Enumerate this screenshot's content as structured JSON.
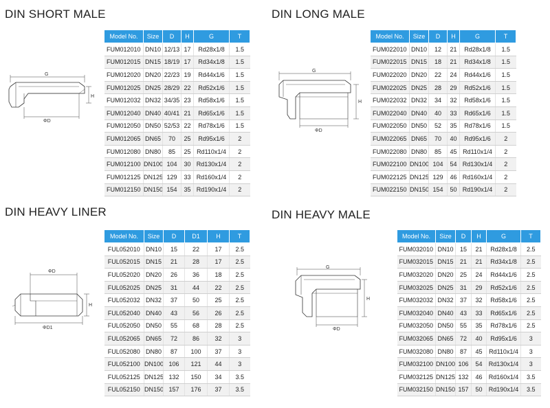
{
  "sections": [
    {
      "title": "DIN SHORT MALE",
      "columns": [
        "Model No.",
        "Size",
        "D",
        "H",
        "G",
        "T"
      ],
      "rows": [
        [
          "FUM012010",
          "DN10",
          "12/13",
          "17",
          "Rd28x1/8",
          "1.5"
        ],
        [
          "FUM012015",
          "DN15",
          "18/19",
          "17",
          "Rd34x1/8",
          "1.5"
        ],
        [
          "FUM012020",
          "DN20",
          "22/23",
          "19",
          "Rd44x1/6",
          "1.5"
        ],
        [
          "FUM012025",
          "DN25",
          "28/29",
          "22",
          "Rd52x1/6",
          "1.5"
        ],
        [
          "FUM012032",
          "DN32",
          "34/35",
          "23",
          "Rd58x1/6",
          "1.5"
        ],
        [
          "FUM012040",
          "DN40",
          "40/41",
          "21",
          "Rd65x1/6",
          "1.5"
        ],
        [
          "FUM012050",
          "DN50",
          "52/53",
          "22",
          "Rd78x1/6",
          "1.5"
        ],
        [
          "FUM012065",
          "DN65",
          "70",
          "25",
          "Rd95x1/6",
          "2"
        ],
        [
          "FUM012080",
          "DN80",
          "85",
          "25",
          "Rd110x1/4",
          "2"
        ],
        [
          "FUM012100",
          "DN100",
          "104",
          "30",
          "Rd130x1/4",
          "2"
        ],
        [
          "FUM012125",
          "DN125",
          "129",
          "33",
          "Rd160x1/4",
          "2"
        ],
        [
          "FUM012150",
          "DN150",
          "154",
          "35",
          "Rd190x1/4",
          "2"
        ]
      ],
      "drawing_labels": {
        "g": "G",
        "h": "H",
        "d": "ΦD"
      }
    },
    {
      "title": "DIN LONG MALE",
      "columns": [
        "Model No.",
        "Size",
        "D",
        "H",
        "G",
        "T"
      ],
      "rows": [
        [
          "FUM022010",
          "DN10",
          "12",
          "21",
          "Rd28x1/8",
          "1.5"
        ],
        [
          "FUM022015",
          "DN15",
          "18",
          "21",
          "Rd34x1/8",
          "1.5"
        ],
        [
          "FUM022020",
          "DN20",
          "22",
          "24",
          "Rd44x1/6",
          "1.5"
        ],
        [
          "FUM022025",
          "DN25",
          "28",
          "29",
          "Rd52x1/6",
          "1.5"
        ],
        [
          "FUM022032",
          "DN32",
          "34",
          "32",
          "Rd58x1/6",
          "1.5"
        ],
        [
          "FUM022040",
          "DN40",
          "40",
          "33",
          "Rd65x1/6",
          "1.5"
        ],
        [
          "FUM022050",
          "DN50",
          "52",
          "35",
          "Rd78x1/6",
          "1.5"
        ],
        [
          "FUM022065",
          "DN65",
          "70",
          "40",
          "Rd95x1/6",
          "2"
        ],
        [
          "FUM022080",
          "DN80",
          "85",
          "45",
          "Rd110x1/4",
          "2"
        ],
        [
          "FUM022100",
          "DN100",
          "104",
          "54",
          "Rd130x1/4",
          "2"
        ],
        [
          "FUM022125",
          "DN125",
          "129",
          "46",
          "Rd160x1/4",
          "2"
        ],
        [
          "FUM022150",
          "DN150",
          "154",
          "50",
          "Rd190x1/4",
          "2"
        ]
      ],
      "drawing_labels": {
        "g": "G",
        "h": "H",
        "d": "ΦD"
      }
    },
    {
      "title": "DIN HEAVY LINER",
      "columns": [
        "Model No.",
        "Size",
        "D",
        "D1",
        "H",
        "T"
      ],
      "rows": [
        [
          "FUL052010",
          "DN10",
          "15",
          "22",
          "17",
          "2.5"
        ],
        [
          "FUL052015",
          "DN15",
          "21",
          "28",
          "17",
          "2.5"
        ],
        [
          "FUL052020",
          "DN20",
          "26",
          "36",
          "18",
          "2.5"
        ],
        [
          "FUL052025",
          "DN25",
          "31",
          "44",
          "22",
          "2.5"
        ],
        [
          "FUL052032",
          "DN32",
          "37",
          "50",
          "25",
          "2.5"
        ],
        [
          "FUL052040",
          "DN40",
          "43",
          "56",
          "26",
          "2.5"
        ],
        [
          "FUL052050",
          "DN50",
          "55",
          "68",
          "28",
          "2.5"
        ],
        [
          "FUL052065",
          "DN65",
          "72",
          "86",
          "32",
          "3"
        ],
        [
          "FUL052080",
          "DN80",
          "87",
          "100",
          "37",
          "3"
        ],
        [
          "FUL052100",
          "DN100",
          "106",
          "121",
          "44",
          "3"
        ],
        [
          "FUL052125",
          "DN125",
          "132",
          "150",
          "34",
          "3.5"
        ],
        [
          "FUL052150",
          "DN150",
          "157",
          "176",
          "37",
          "3.5"
        ]
      ],
      "drawing_labels": {
        "d": "ΦD",
        "h": "H",
        "d1": "ΦD1"
      }
    },
    {
      "title": "DIN HEAVY MALE",
      "columns": [
        "Model No.",
        "Size",
        "D",
        "H",
        "G",
        "T"
      ],
      "rows": [
        [
          "FUM032010",
          "DN10",
          "15",
          "21",
          "Rd28x1/8",
          "2.5"
        ],
        [
          "FUM032015",
          "DN15",
          "21",
          "21",
          "Rd34x1/8",
          "2.5"
        ],
        [
          "FUM032020",
          "DN20",
          "25",
          "24",
          "Rd44x1/6",
          "2.5"
        ],
        [
          "FUM032025",
          "DN25",
          "31",
          "29",
          "Rd52x1/6",
          "2.5"
        ],
        [
          "FUM032032",
          "DN32",
          "37",
          "32",
          "Rd58x1/6",
          "2.5"
        ],
        [
          "FUM032040",
          "DN40",
          "43",
          "33",
          "Rd65x1/6",
          "2.5"
        ],
        [
          "FUM032050",
          "DN50",
          "55",
          "35",
          "Rd78x1/6",
          "2.5"
        ],
        [
          "FUM032065",
          "DN65",
          "72",
          "40",
          "Rd95x1/6",
          "3"
        ],
        [
          "FUM032080",
          "DN80",
          "87",
          "45",
          "Rd110x1/4",
          "3"
        ],
        [
          "FUM032100",
          "DN100",
          "106",
          "54",
          "Rd130x1/4",
          "3"
        ],
        [
          "FUM032125",
          "DN125",
          "132",
          "46",
          "Rd160x1/4",
          "3.5"
        ],
        [
          "FUM032150",
          "DN150",
          "157",
          "50",
          "Rd190x1/4",
          "3.5"
        ]
      ],
      "drawing_labels": {
        "g": "G",
        "h": "H",
        "d": "ΦD"
      }
    }
  ]
}
